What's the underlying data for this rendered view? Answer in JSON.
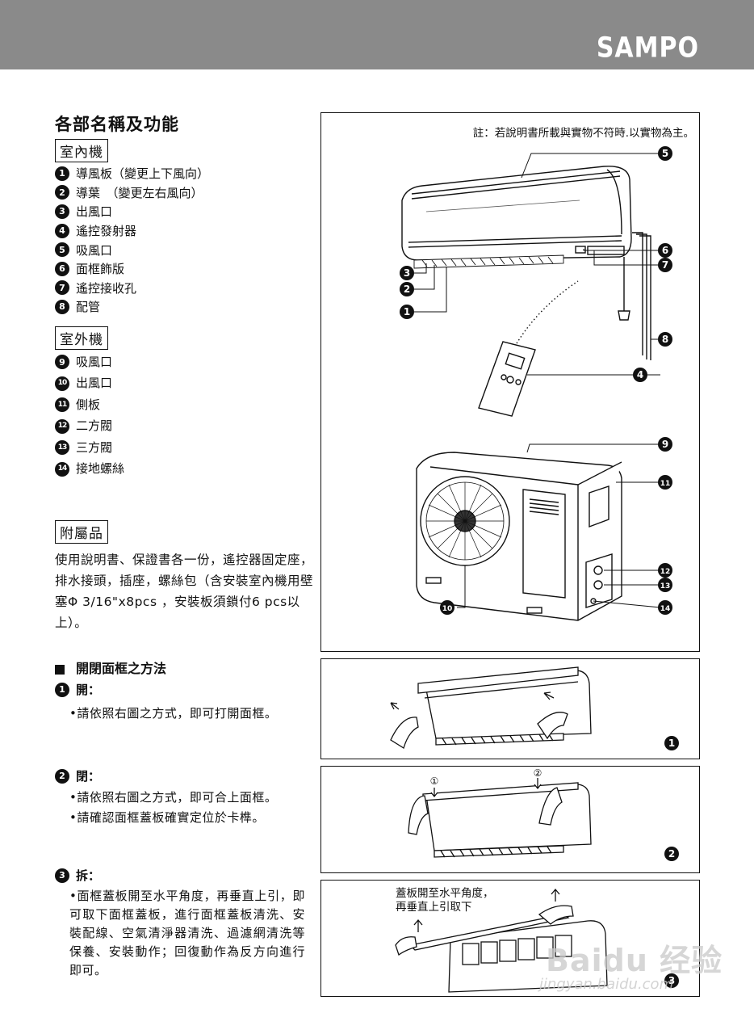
{
  "header": {
    "brand": "SAMPO"
  },
  "title": "各部名稱及功能",
  "indoor": {
    "label": "室內機",
    "items": [
      {
        "num": "1",
        "text": "導風板（變更上下風向）"
      },
      {
        "num": "2",
        "text": "導葉　（變更左右風向）"
      },
      {
        "num": "3",
        "text": "出風口"
      },
      {
        "num": "4",
        "text": "遙控發射器"
      },
      {
        "num": "5",
        "text": "吸風口"
      },
      {
        "num": "6",
        "text": "面框飾版"
      },
      {
        "num": "7",
        "text": "遙控接收孔"
      },
      {
        "num": "8",
        "text": "配管"
      }
    ]
  },
  "outdoor": {
    "label": "室外機",
    "items": [
      {
        "num": "9",
        "text": "吸風口"
      },
      {
        "num": "10",
        "text": "出風口"
      },
      {
        "num": "11",
        "text": "側板"
      },
      {
        "num": "12",
        "text": "二方閥"
      },
      {
        "num": "13",
        "text": "三方閥"
      },
      {
        "num": "14",
        "text": "接地螺絲"
      }
    ]
  },
  "accessories": {
    "label": "附屬品",
    "text": "使用說明書、保證書各一份，遙控器固定座，排水接頭，插座，螺絲包（含安裝室內機用壁塞Φ 3/16\"x8pcs ，安裝板須鎖付6 pcs以上）。"
  },
  "method": {
    "title": "開閉面框之方法",
    "steps": [
      {
        "num": "1",
        "label": "開：",
        "bullets": [
          "•請依照右圖之方式，即可打開面框。"
        ]
      },
      {
        "num": "2",
        "label": "閉：",
        "bullets": [
          "•請依照右圖之方式，即可合上面框。",
          "•請確認面框蓋板確實定位於卡榫。"
        ]
      },
      {
        "num": "3",
        "label": "拆：",
        "bullets": [
          "•面框蓋板開至水平角度，再垂直上引，即可取下面框蓋板，進行面框蓋板清洗、安裝配線、空氣清淨器清洗、過濾網清洗等保養、安裝動作；回復動作為反方向進行即可。"
        ]
      }
    ]
  },
  "diagram": {
    "note": "註：若說明書所載與實物不符時.以實物為主。",
    "callouts": [
      "5",
      "6",
      "7",
      "3",
      "2",
      "1",
      "8",
      "4",
      "9",
      "11",
      "12",
      "13",
      "14",
      "10"
    ]
  },
  "panel2": {
    "num": "1"
  },
  "panel3": {
    "num": "2",
    "mark1": "①",
    "mark2": "②"
  },
  "panel4": {
    "num": "3",
    "caption_line1": "蓋板開至水平角度，",
    "caption_line2": "再垂直上引取下"
  },
  "watermark": {
    "main": "Baidu 经验",
    "sub": "jingyan.baidu.com"
  }
}
